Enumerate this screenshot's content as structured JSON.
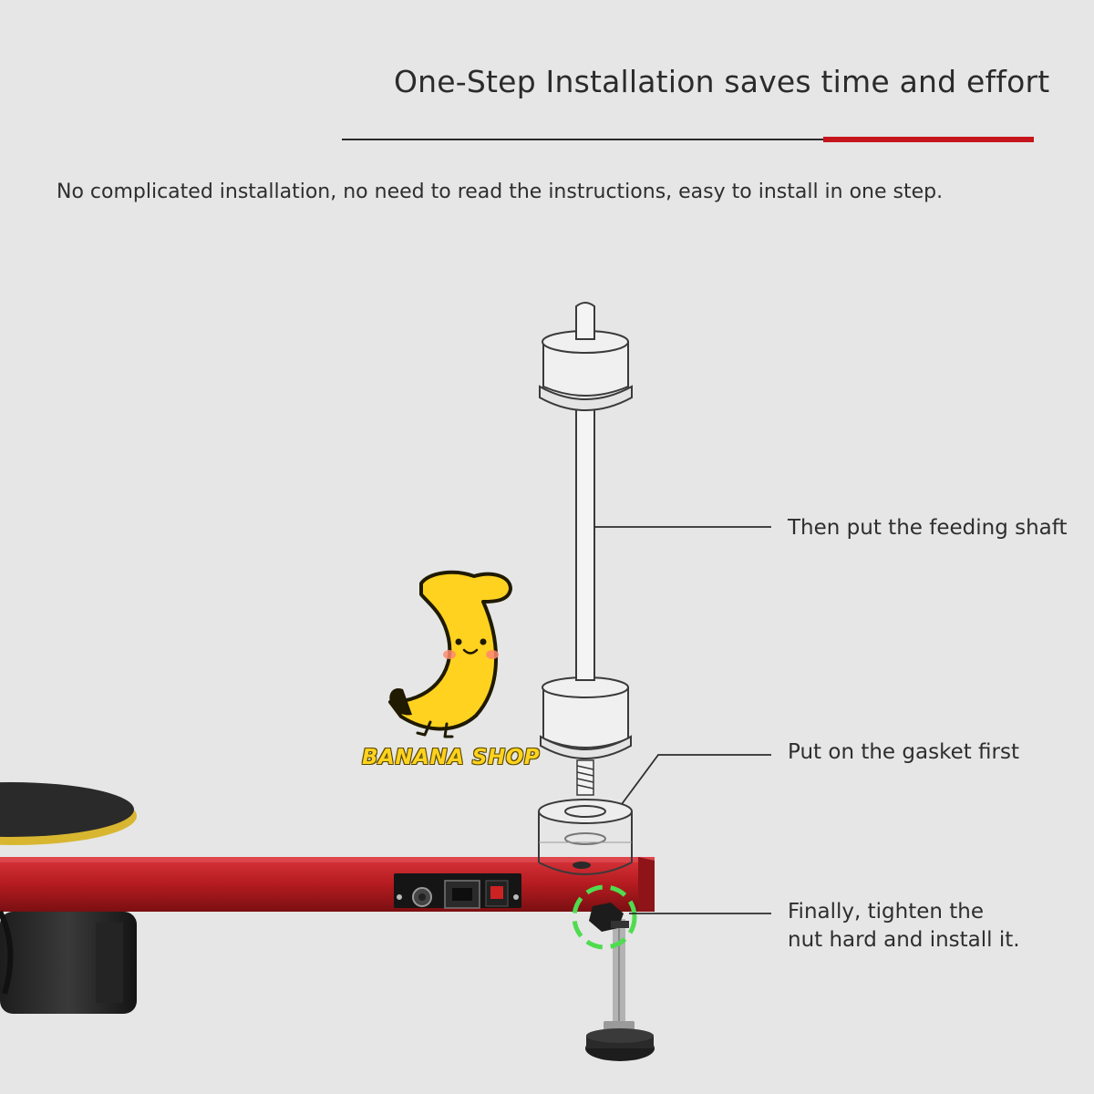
{
  "headline": "One-Step Installation saves time and effort",
  "subline": "No complicated installation, no need to read the instructions, easy to install in one step.",
  "callouts": {
    "shaft": "Then put the feeding shaft",
    "gasket": "Put on the gasket first",
    "nut_line1": "Finally, tighten the",
    "nut_line2": "nut hard and install it."
  },
  "shop": {
    "name": "BANANA SHOP",
    "mascot_icon": "banana-mascot-icon"
  },
  "colors": {
    "accent": "#c4161c",
    "frame_red": "#b51b20",
    "highlight_green": "#4fdc4f",
    "banana_yellow": "#ffd21f"
  }
}
